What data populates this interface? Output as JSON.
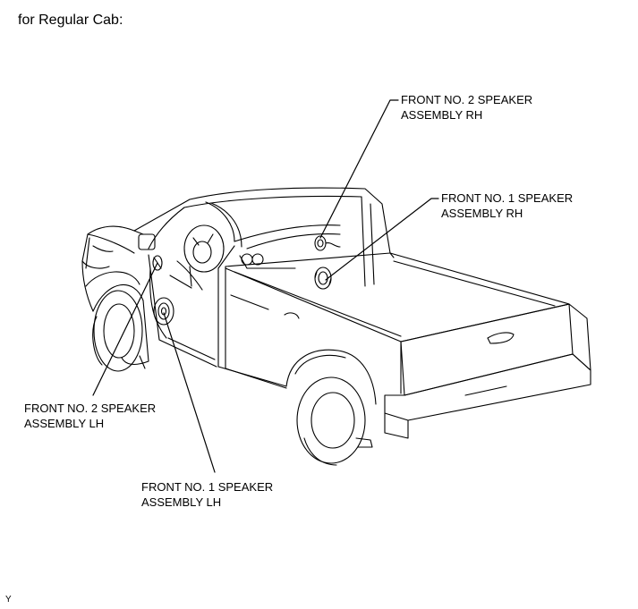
{
  "caption": "for Regular Cab:",
  "callouts": {
    "rh2": {
      "line1": "FRONT NO. 2 SPEAKER",
      "line2": "ASSEMBLY RH"
    },
    "rh1": {
      "line1": "FRONT NO. 1 SPEAKER",
      "line2": "ASSEMBLY RH"
    },
    "lh2": {
      "line1": "FRONT NO. 2 SPEAKER",
      "line2": "ASSEMBLY LH"
    },
    "lh1": {
      "line1": "FRONT NO. 1 SPEAKER",
      "line2": "ASSEMBLY LH"
    }
  },
  "figure_code": "Y",
  "colors": {
    "line": "#000000",
    "background": "#ffffff"
  }
}
